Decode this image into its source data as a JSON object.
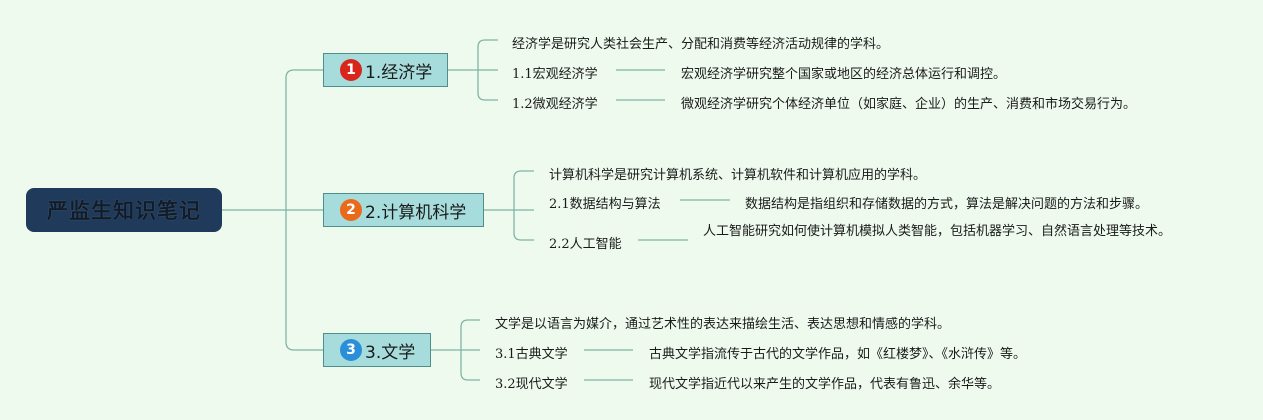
{
  "root": {
    "title": "严监生知识笔记"
  },
  "branches": [
    {
      "badge": "1",
      "badge_color": "#d8261c",
      "label": "1.经济学",
      "summary": "经济学是研究人类社会生产、分配和消费等经济活动规律的学科。",
      "subs": [
        {
          "label": "1.1宏观经济学",
          "desc": "宏观经济学研究整个国家或地区的经济总体运行和调控。"
        },
        {
          "label": "1.2微观经济学",
          "desc": "微观经济学研究个体经济单位（如家庭、企业）的生产、消费和市场交易行为。"
        }
      ]
    },
    {
      "badge": "2",
      "badge_color": "#ea6a1c",
      "label": "2.计算机科学",
      "summary": "计算机科学是研究计算机系统、计算机软件和计算机应用的学科。",
      "subs": [
        {
          "label": "2.1数据结构与算法",
          "desc": "数据结构是指组织和存储数据的方式，算法是解决问题的方法和步骤。"
        },
        {
          "label": "2.2人工智能",
          "desc": "人工智能研究如何使计算机模拟人类智能，包括机器学习、自然语言处理等技术。"
        }
      ]
    },
    {
      "badge": "3",
      "badge_color": "#2a8fd8",
      "label": "3.文学",
      "summary": "文学是以语言为媒介，通过艺术性的表达来描绘生活、表达思想和情感的学科。",
      "subs": [
        {
          "label": "3.1古典文学",
          "desc": "古典文学指流传于古代的文学作品，如《红楼梦》、《水浒传》等。"
        },
        {
          "label": "3.2现代文学",
          "desc": "现代文学指近代以来产生的文学作品，代表有鲁迅、余华等。"
        }
      ]
    }
  ]
}
